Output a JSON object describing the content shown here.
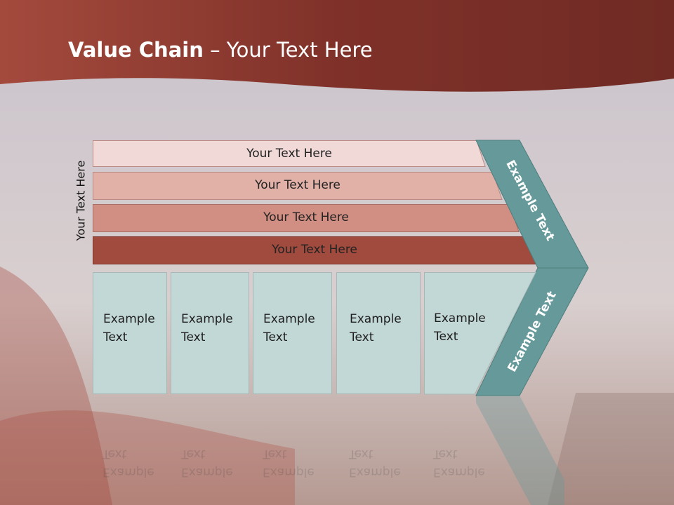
{
  "slide": {
    "title_bold": "Value Chain",
    "title_rest": " – Your Text Here"
  },
  "side_label": "Your Text Here",
  "rows": [
    {
      "label": "Your Text Here",
      "color": "#f0d9d7"
    },
    {
      "label": "Your Text Here",
      "color": "#e1b1a8"
    },
    {
      "label": "Your Text Here",
      "color": "#d18e82"
    },
    {
      "label": "Your Text Here",
      "color": "#a04b3e"
    }
  ],
  "boxes": [
    {
      "line1": "Example",
      "line2": "Text"
    },
    {
      "line1": "Example",
      "line2": "Text"
    },
    {
      "line1": "Example",
      "line2": "Text"
    },
    {
      "line1": "Example",
      "line2": "Text"
    },
    {
      "line1": "Example",
      "line2": "Text"
    }
  ],
  "chevron": {
    "upper_label": "Example Text",
    "lower_label": "Example Text",
    "color": "#66999a"
  },
  "colors": {
    "header": "#8e3a2f",
    "box": "#c2d8d6"
  }
}
